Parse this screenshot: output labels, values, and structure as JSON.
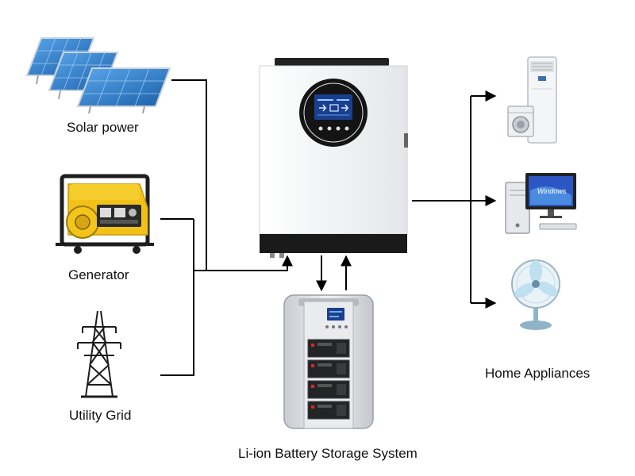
{
  "labels": {
    "solar": "Solar power",
    "generator": "Generator",
    "grid": "Utility Grid",
    "battery": "Li-ion Battery Storage System",
    "appliances": "Home Appliances"
  },
  "devices": {
    "computer_screen_text": "Windows"
  },
  "colors": {
    "solar_panel": "#2a78c8",
    "generator_body": "#f2c118",
    "inverter_body": "#f3f4f6",
    "inverter_base": "#1a1a1a",
    "display": "#1b3f8f",
    "battery_cabinet": "#d9dbde",
    "battery_module": "#232426",
    "line": "#000000"
  }
}
